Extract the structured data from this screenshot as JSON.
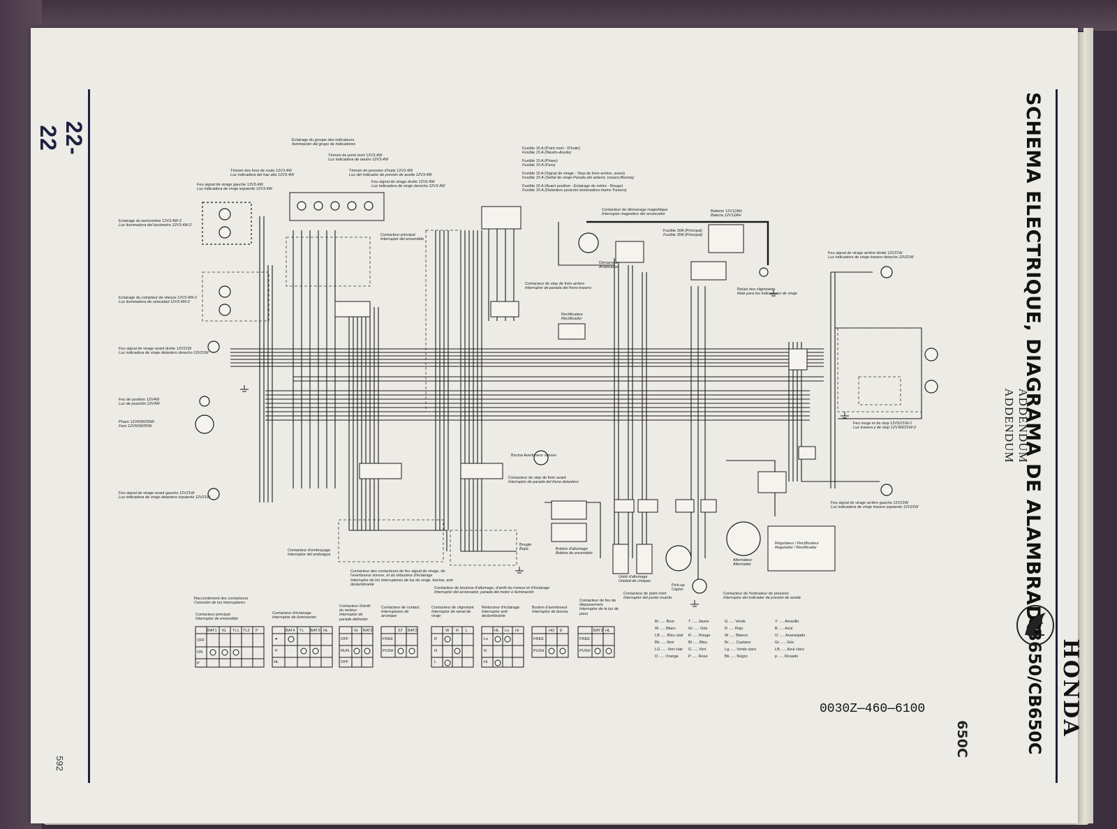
{
  "page": {
    "page_id": "22-22",
    "page_number": "592",
    "title": "SCHEMA ELECTRIQUE, DIAGRAMA DE ALAMBRADO",
    "addendum_fr": "ADDENDUM",
    "addendum_es": "ADDENDUM",
    "brand": "HONDA",
    "model": "CB650/CB650C",
    "model_short": "650C",
    "part_number": "0030Z—460—6100"
  },
  "labels": {
    "tacho": {
      "fr": "Eclairage du tachomètre 12V3.4W-2",
      "es": "Luz iluminadora del tacómetro 12V3.4W-2"
    },
    "speedo": {
      "fr": "Eclairage du compteur de vitesse 12V3.4W-2",
      "es": "Luz iluminadora de velocidad 12V3.4W-2"
    },
    "front_r_turn": {
      "fr": "Feu signal de virage avant droite 12V21W",
      "es": "Luz indicadora de viraje delantero derecho 12V21W"
    },
    "position": {
      "fr": "Feu de position 12V4W",
      "es": "Luz de posición 12V4W"
    },
    "headlight": {
      "fr": "Phare 12V60W/55W",
      "es": "Faro 12V60W/55W"
    },
    "front_l_turn": {
      "fr": "Feu signal de virage avant gauche 12V21W",
      "es": "Luz indicadora de viraje delantero izquierdo 12V21W"
    },
    "indicator_group": {
      "fr": "Eclairage du groupe des indicateurs",
      "es": "Iluminación del grupo de indicadores"
    },
    "neutral": {
      "fr": "Témoin de point mort 12V3.4W",
      "es": "Luz indicadora de neutro 12V3.4W"
    },
    "high_beam": {
      "fr": "Témoin des feux de route 12V3.4W",
      "es": "Luz indicadora del haz alto 12V3.4W"
    },
    "oil": {
      "fr": "Témoin de pression d'huile 12V3.4W",
      "es": "Luz del indicador de presión de aceite 12V3.4W"
    },
    "left_turn_ind": {
      "fr": "Feu signal de virage gauche 12V3.4W",
      "es": "Luz indicadora de viraje izquierdo 12V3.4W"
    },
    "right_turn_ind": {
      "fr": "Feu signal de virage droite 12V3.4W",
      "es": "Luz indicadora de viraje derecho 12V3.4W"
    },
    "main_switch": {
      "fr": "Contacteur principal",
      "es": "Interruptor del encendido"
    },
    "fuses": {
      "f1": {
        "fr": "Fusible 15 A (Point mort - D'huile)",
        "es": "Fusible 15 A (Neutro-Aceite)"
      },
      "f2": {
        "fr": "Fusible 15 A (Phare)",
        "es": "Fusible 15 A (Faro)"
      },
      "f3": {
        "fr": "Fusible 15 A (Signal de virage - Stop de frein arrière, avant)",
        "es": "Fusible 15 A (Señal de viraje-Parada del anterio, trasero-Bocina)"
      },
      "f4": {
        "fr": "Fusible 15 A (Avant position - Eclairage de mètre - Rouge)",
        "es": "Fusible 15 A (Delantero posición iluminadora metro-Trasero)"
      }
    },
    "starter_relay": {
      "fr": "Contacteur de démarrage magnétique",
      "es": "Interruptor magnético del arrancador"
    },
    "battery": {
      "fr": "Batterie 12V12AH",
      "es": "Batería 12V12AH"
    },
    "main_fuse": {
      "fr": "Fusible 30A (Principal)",
      "es": "Fusible 30A (Principal)"
    },
    "starter_motor": {
      "fr": "Démarreur",
      "es": "Arrancador"
    },
    "rear_brake_sw": {
      "fr": "Contacteur de stop de frein arrière",
      "es": "Interruptor de parada del freno trasero"
    },
    "turn_relay": {
      "fr": "Relais des clignotants",
      "es": "Relé para los indicadores de viraje"
    },
    "rectifier": {
      "fr": "Rectificateur",
      "es": "Rectificador"
    },
    "rear_r_turn": {
      "fr": "Feu signal de virage arrière droite 12V21W",
      "es": "Luz indicadora de viraje trasero derecho 12V21W"
    },
    "tail": {
      "fr": "Feu rouge et de stop 12V5/21W-2",
      "es": "Luz trasera y de stop 12V3W/21W-2"
    },
    "rear_l_turn": {
      "fr": "Feu signal de virage arrière gauche 12V21W",
      "es": "Luz indicadora de viraje trasero izquierdo 12V21W"
    },
    "horn": {
      "fr": "Bocina Avertisseur sonore",
      "es": ""
    },
    "front_brake_sw": {
      "fr": "Contacteur de stop de frein avant",
      "es": "Interruptor de parada del freno delantero"
    },
    "spark_plug": {
      "fr": "Bougie",
      "es": "Bujía"
    },
    "ignition_coil": {
      "fr": "Bobine d'allumage",
      "es": "Bobina de encendido"
    },
    "ignition_unit": {
      "fr": "Unité d'allumage",
      "es": "Unidad de chispas"
    },
    "pickup": {
      "fr": "Pick-up",
      "es": "Captor"
    },
    "neutral_sw": {
      "fr": "Contacteur de point mort",
      "es": "Interruptor del punto muerto"
    },
    "oil_sw": {
      "fr": "Contacteur de l'indicateur de pression",
      "es": "Interruptor del indicador de presión de aceite"
    },
    "alternator": {
      "fr": "Alternateur",
      "es": "Alternador"
    },
    "regulator": {
      "fr": "Régulateur / Rectificateur",
      "es": "Regulador / Rectificador"
    },
    "clutch_sw": {
      "fr": "Contacteur d'embrayage",
      "es": "Interruptor del embrague"
    },
    "handle_sw_left": {
      "fr": "Contacteur des contacteurs de feu signal de virage, de l'avertisseur sonore, et du réducteur d'éclairage",
      "es": "Interruptor de los interruptores de luz de viraje, bocina, anti-deslumbrante"
    },
    "handle_sw_right": {
      "fr": "Contacteur de boutons d'allumage, d'arrêt du moteur et d'éclairage",
      "es": "Interruptor del arrancador, parada del motor e iluminación"
    }
  },
  "switch_tables": {
    "heading": {
      "fr": "Raccordement des contacteurs",
      "es": "Conexión de los interruptores"
    },
    "tables": [
      {
        "fr": "Contacteur principal",
        "es": "Interruptor de encendido",
        "cols": [
          "BAT1",
          "IG",
          "TL1",
          "TL2",
          "P"
        ],
        "rows": [
          "OFF",
          "ON",
          "P"
        ]
      },
      {
        "fr": "Contacteur d'éclairage",
        "es": "Interruptor de iluminación",
        "cols": [
          "BAT4",
          "TL",
          "BAT3",
          "HL"
        ],
        "rows": [
          "●",
          "P",
          "HL"
        ]
      },
      {
        "fr": "Contacteur d'arrêt du moteur",
        "es": "Interruptor de parada delmotor",
        "cols": [
          "IG",
          "BAT2"
        ],
        "rows": [
          "OFF",
          "RUN",
          "OFF"
        ]
      },
      {
        "fr": "Contacteur de contact",
        "es": "Interruptores de arranque",
        "cols": [
          "ST",
          "BAT2"
        ],
        "rows": [
          "FREE",
          "PUSH"
        ]
      },
      {
        "fr": "Contacteur de clignotant",
        "es": "Interruptor de senal de viraje",
        "cols": [
          "W",
          "R",
          "L"
        ],
        "rows": [
          "R",
          "N",
          "L"
        ]
      },
      {
        "fr": "Réducteur d'éclairage",
        "es": "Interruptor anti-deslumbrante",
        "cols": [
          "HL",
          "Lo",
          "Hi"
        ],
        "rows": [
          "Lo",
          "N",
          "Hi"
        ]
      },
      {
        "fr": "Bouton d'avertisseur",
        "es": "Interruptor de bocina",
        "cols": [
          "HO",
          "E"
        ],
        "rows": [
          "FREE",
          "PUSH"
        ]
      },
      {
        "fr": "Contacteur de feu de dépassement",
        "es": "Interruptor de la luz de paso",
        "cols": [
          "BAT3",
          "HL"
        ],
        "rows": [
          "FREE",
          "PUSH"
        ]
      }
    ]
  },
  "color_legend": [
    "Br ..... Brun",
    "W ..... Blanc",
    "LB ..... Bleu clair",
    "Bk ..... Noir",
    "LG ..... Vert clair",
    "O ..... Orange",
    "T ..... Jaune",
    "Gr ..... Gris",
    "R ..... Rouge",
    "Bl ..... Bleu",
    "G ..... Vert",
    "P ..... Rose",
    "G ..... Verde",
    "R ..... Rojo",
    "W ..... Blanco",
    "Br ..... Castano",
    "Lg ..... Verde claro",
    "Bk ..... Negro",
    "Y ..... Amarillo",
    "B ..... Azul",
    "O ..... Anaranjado",
    "Gr ..... Gris",
    "LB ..... Azul claro",
    "p ..... Rosado"
  ],
  "colors": {
    "page": "#ecebe6",
    "ink": "#1c1f3e",
    "background": "#3b2f3f"
  }
}
